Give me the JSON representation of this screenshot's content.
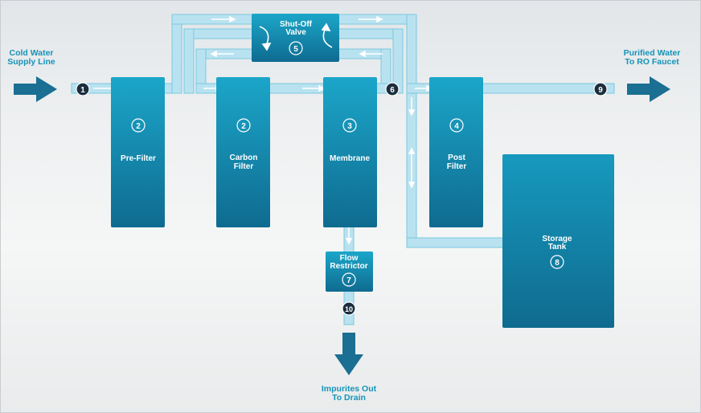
{
  "inlet": {
    "line1": "Cold Water",
    "line2": "Supply Line"
  },
  "outlet": {
    "line1": "Purified Water",
    "line2": "To RO Faucet"
  },
  "drain": {
    "line1": "Impurites Out",
    "line2": "To Drain"
  },
  "valve": {
    "line1": "Shut-Off",
    "line2": "Valve",
    "num": "5"
  },
  "prefilter": {
    "label": "Pre-Filter",
    "num": "2"
  },
  "carbon": {
    "line1": "Carbon",
    "line2": "Filter",
    "num": "2"
  },
  "membrane": {
    "label": "Membrane",
    "num": "3"
  },
  "postfilter": {
    "line1": "Post",
    "line2": "Filter",
    "num": "4"
  },
  "tank": {
    "line1": "Storage",
    "line2": "Tank",
    "num": "8"
  },
  "restrictor": {
    "line1": "Flow",
    "line2": "Restrictor",
    "num": "7"
  },
  "markers": {
    "m1": "1",
    "m6": "6",
    "m9": "9",
    "m10": "10"
  },
  "colors": {
    "pipe": "#b9e2f0",
    "pipe_edge": "#7cc8e0",
    "box_top": "#1aa3c6",
    "box_bottom": "#0f6e93",
    "arrow": "#1a6f92",
    "marker": "#1b2d3d"
  }
}
